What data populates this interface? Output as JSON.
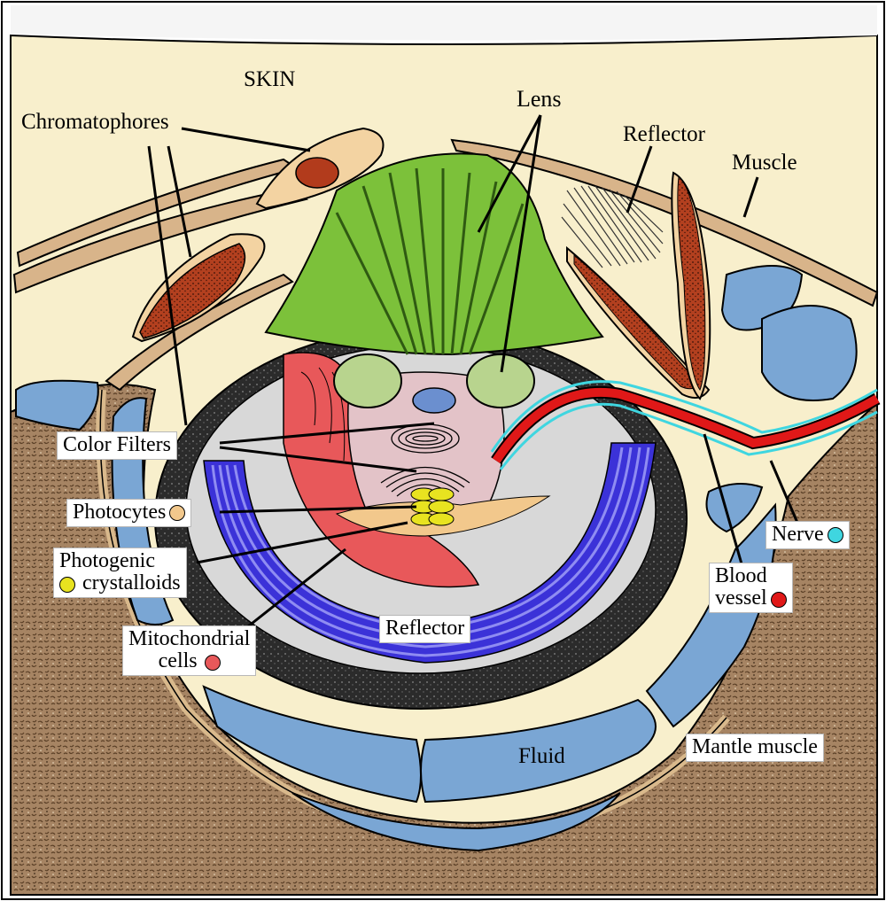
{
  "labels": {
    "skin": "SKIN",
    "chromatophores": "Chromatophores",
    "lens": "Lens",
    "reflector_top": "Reflector",
    "muscle": "Muscle",
    "color_filters": "Color Filters",
    "photocytes": "Photocytes",
    "photogenic_line1": "Photogenic",
    "photogenic_line2": "crystalloids",
    "mitochondrial_line1": "Mitochondrial",
    "mitochondrial_line2": "cells",
    "reflector_center": "Reflector",
    "nerve": "Nerve",
    "blood_line1": "Blood",
    "blood_line2": "vessel",
    "fluid": "Fluid",
    "mantle_muscle": "Mantle muscle"
  },
  "colors": {
    "skin": "#f8efcc",
    "mantle": "#9c7d5c",
    "fluid_blue": "#7aa6d4",
    "lens_green": "#7cc13a",
    "reflector_blue": "#3b32d8",
    "capsule_black": "#2a2a2a",
    "photocyte_tan": "#f2c88c",
    "crystalloid_yellow": "#e8e320",
    "mitochondria_red": "#e8585a",
    "nerve_cyan": "#3fd6e0",
    "blood_red": "#e01818",
    "chromatophore_red": "#b23b1c"
  }
}
